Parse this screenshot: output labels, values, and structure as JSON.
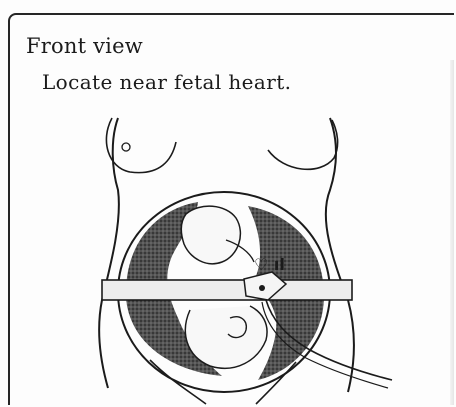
{
  "header": {
    "title": "Front view",
    "instruction": "Locate near fetal heart."
  },
  "figure": {
    "annotation": "♡ ıl"
  },
  "colors": {
    "ink": "#1b1b1b",
    "shading": "#3a3a3a",
    "belt": "#ededed"
  }
}
